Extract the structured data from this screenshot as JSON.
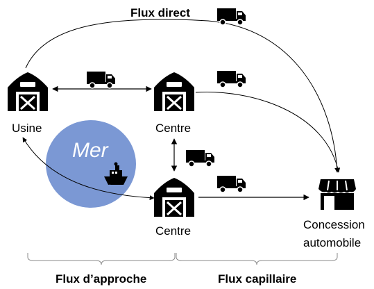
{
  "labels": {
    "flux_direct": "Flux direct",
    "usine": "Usine",
    "centre_top": "Centre",
    "centre_bottom": "Centre",
    "mer": "Mer",
    "concession_line1": "Concession",
    "concession_line2": "automobile",
    "flux_approche": "Flux d’approche",
    "flux_capillaire": "Flux capillaire"
  },
  "icons": {
    "warehouse": "warehouse-icon",
    "truck": "truck-icon",
    "ship": "ship-icon",
    "store": "store-icon"
  },
  "colors": {
    "sea": "#7b98d4",
    "ink": "#000000",
    "text": "#000000"
  }
}
